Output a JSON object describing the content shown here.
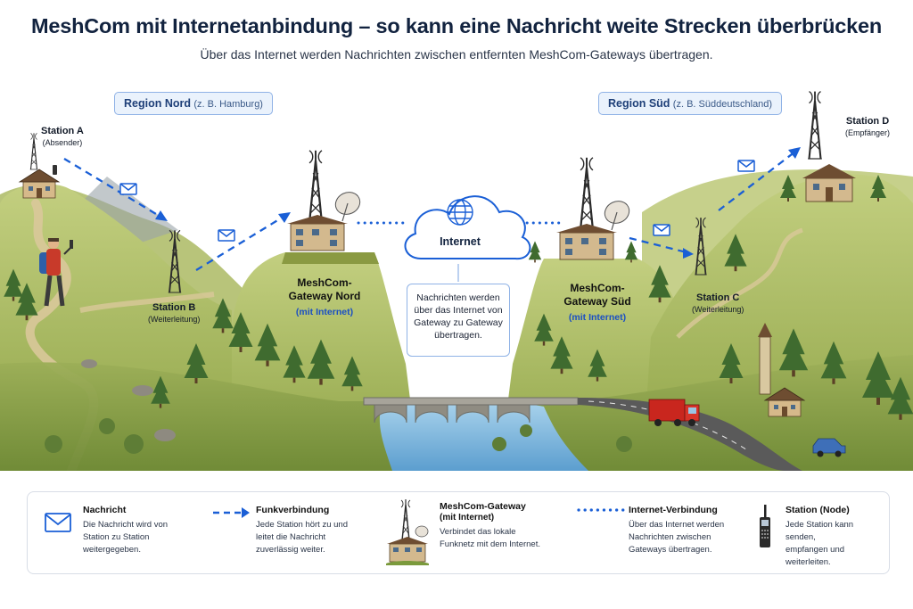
{
  "title": "MeshCom mit Internetanbindung – so kann eine Nachricht weite Strecken überbrücken",
  "subtitle": "Über das Internet werden Nachrichten zwischen entfernten MeshCom-Gateways übertragen.",
  "regions": {
    "nord": {
      "name": "Region Nord",
      "sub": "(z. B. Hamburg)"
    },
    "sued": {
      "name": "Region Süd",
      "sub": "(z. B. Süddeutschland)"
    }
  },
  "stations": {
    "a": {
      "name": "Station A",
      "role": "(Absender)"
    },
    "b": {
      "name": "Station B",
      "role": "(Weiterleitung)"
    },
    "c": {
      "name": "Station C",
      "role": "(Weiterleitung)"
    },
    "d": {
      "name": "Station D",
      "role": "(Empfänger)"
    }
  },
  "gateways": {
    "nord": {
      "line1": "MeshCom-",
      "line2": "Gateway Nord",
      "note": "(mit Internet)"
    },
    "sued": {
      "line1": "MeshCom-",
      "line2": "Gateway Süd",
      "note": "(mit Internet)"
    }
  },
  "internet": {
    "label": "Internet",
    "box_lines": [
      "Nachrichten werden",
      "über das Internet von",
      "Gateway zu Gateway",
      "übertragen."
    ]
  },
  "legend": [
    {
      "icon": "envelope-icon",
      "title": "Nachricht",
      "desc": [
        "Die Nachricht wird von",
        "Station zu Station",
        "weitergegeben."
      ]
    },
    {
      "icon": "dashed-arrow-icon",
      "title": "Funkverbindung",
      "desc": [
        "Jede Station hört zu und",
        "leitet die Nachricht",
        "zuverlässig weiter."
      ]
    },
    {
      "icon": "gateway-icon",
      "title": "MeshCom-Gateway",
      "title2": "(mit Internet)",
      "desc": [
        "Verbindet das lokale",
        "Funknetz mit dem Internet."
      ]
    },
    {
      "icon": "dotted-line-icon",
      "title": "Internet-Verbindung",
      "desc": [
        "Über das Internet werden",
        "Nachrichten zwischen",
        "Gateways übertragen."
      ]
    },
    {
      "icon": "radio-icon",
      "title": "Station (Node)",
      "desc": [
        "Jede Station kann senden,",
        "empfangen und",
        "weiterleiten."
      ]
    }
  ],
  "colors": {
    "accent": "#1a5fd6",
    "landscape": "#a9b95e",
    "sky": "#ffffff"
  }
}
